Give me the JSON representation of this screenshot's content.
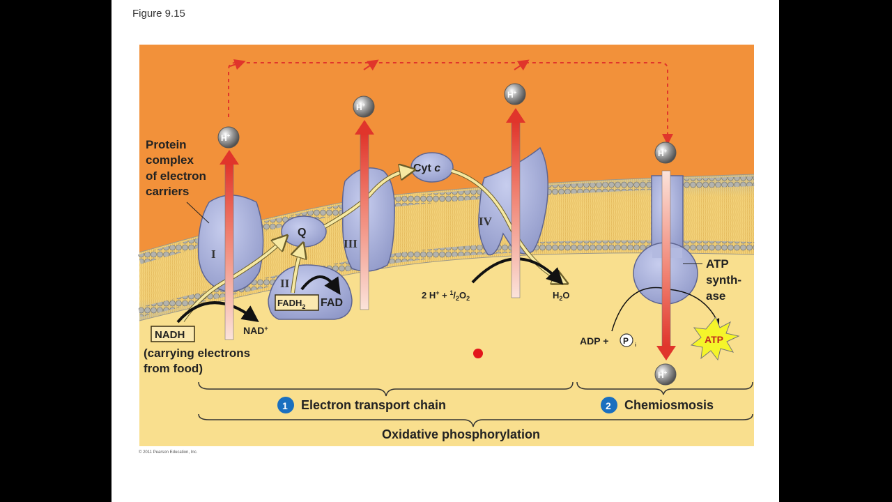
{
  "figure_title": "Figure 9.15",
  "labels": {
    "protein_complex": [
      "Protein",
      "complex",
      "of electron",
      "carriers"
    ],
    "complex_I": "I",
    "complex_II": "II",
    "complex_III": "III",
    "complex_IV": "IV",
    "q": "Q",
    "cyt_c": "Cyt c",
    "h_plus": "H+",
    "nadh": "NADH",
    "nad_plus": "NAD+",
    "nadh_note": [
      "(carrying electrons",
      "from food)"
    ],
    "fadh2": "FADH2",
    "fad": "FAD",
    "oxygen_eq": "2 H+ + 1/2O2",
    "water": "H2O",
    "atp_synthase": [
      "ATP",
      "synth-",
      "ase"
    ],
    "adp": "ADP + Pi",
    "atp": "ATP",
    "step1_num": "1",
    "step1": "Electron transport chain",
    "step2_num": "2",
    "step2": "Chemiosmosis",
    "process": "Oxidative phosphorylation",
    "copyright": "© 2011 Pearson Education, Inc."
  },
  "colors": {
    "intermembrane": "#F2913A",
    "matrix": "#F9DF8E",
    "membrane": "#F0C96A",
    "protein": "#A5ADD6",
    "proton_arrow": "#E8453A",
    "electron_path": "#F6E9A2",
    "atp_burst": "#F5F52A"
  },
  "icons": [
    "h-plus-ion-icon",
    "atp-burst-icon",
    "phosphate-circle-icon",
    "step-number-icon"
  ]
}
